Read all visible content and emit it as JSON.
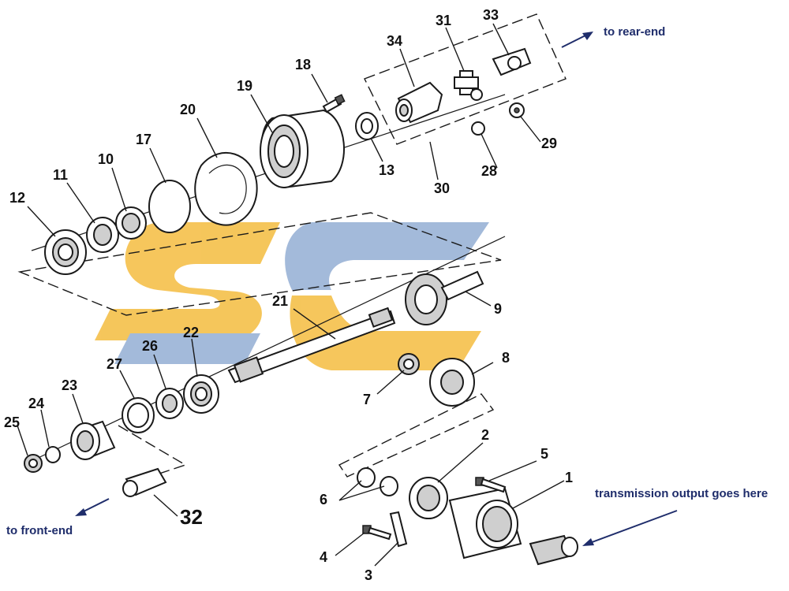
{
  "colors": {
    "watermark_yellow": "#f5c04a",
    "watermark_blue": "#9ab3d6",
    "note_text": "#1f2d6b",
    "line": "#1a1a1a"
  },
  "watermark": {
    "text": "SC"
  },
  "callouts": {
    "n1": "1",
    "n2": "2",
    "n3": "3",
    "n4": "4",
    "n5": "5",
    "n6": "6",
    "n7": "7",
    "n8": "8",
    "n9": "9",
    "n10": "10",
    "n11": "11",
    "n12": "12",
    "n13": "13",
    "n17": "17",
    "n18": "18",
    "n19": "19",
    "n20": "20",
    "n21": "21",
    "n22": "22",
    "n23": "23",
    "n24": "24",
    "n25": "25",
    "n26": "26",
    "n27": "27",
    "n28": "28",
    "n29": "29",
    "n30": "30",
    "n31": "31",
    "n32": "32",
    "n33": "33",
    "n34": "34"
  },
  "annotations": {
    "rear": "to rear-end",
    "front": "to front-end",
    "transmission": "transmission output goes here"
  },
  "icons": [
    "arrow-right-icon",
    "arrow-left-icon"
  ]
}
